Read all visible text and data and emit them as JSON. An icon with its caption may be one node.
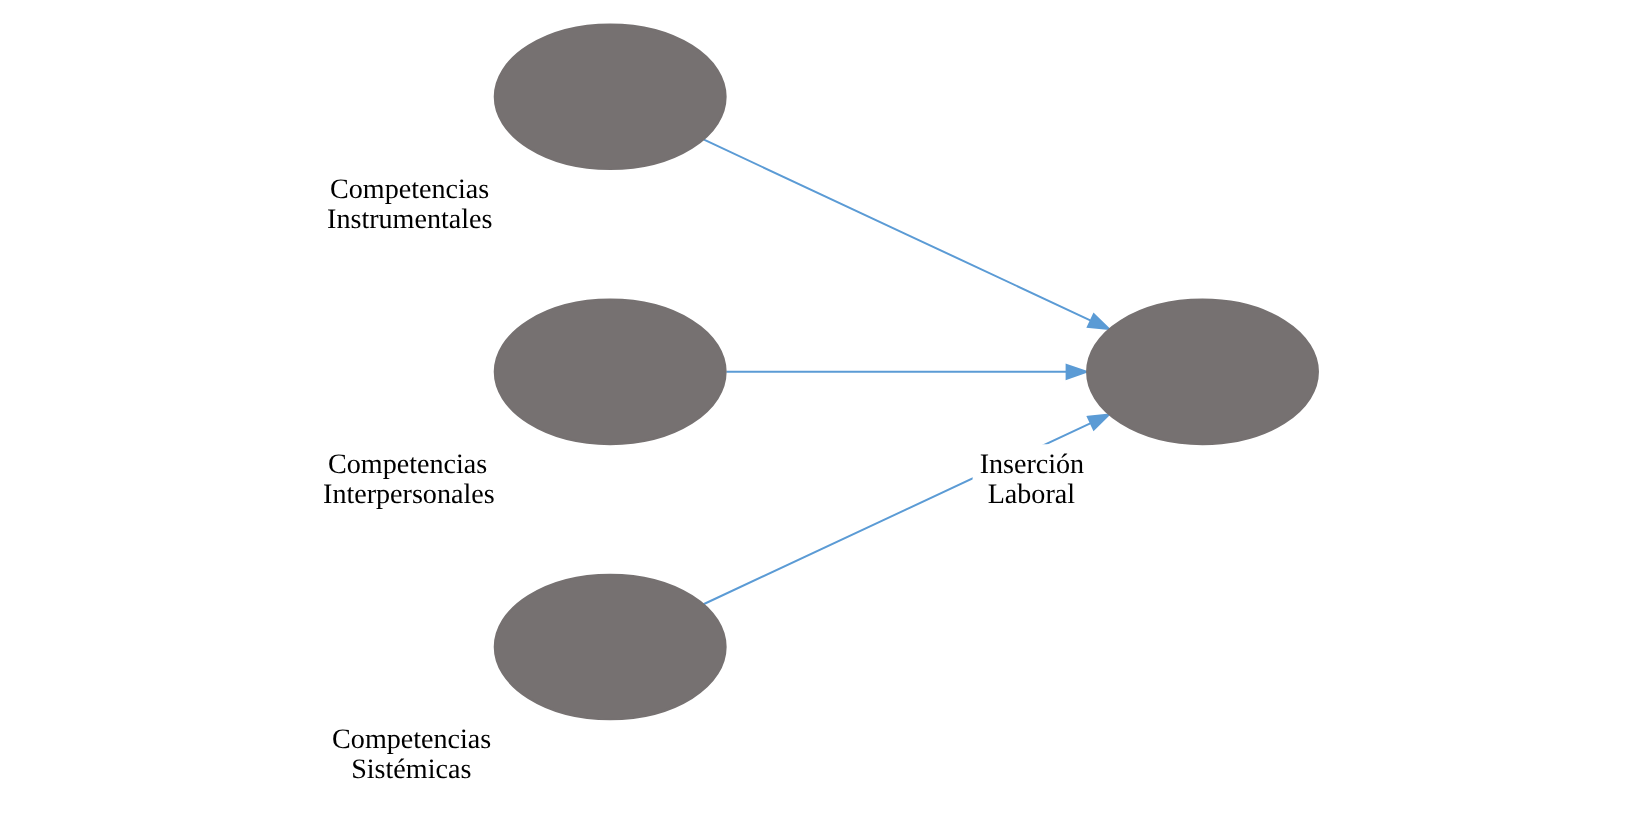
{
  "diagram": {
    "nodes": [
      {
        "text": [
          "Competencias Instrumentales"
        ]
      },
      {
        "text": [
          "Competencias Interpersonales"
        ]
      },
      {
        "text": [
          "Competencias Sistémicas"
        ]
      },
      {
        "text": [
          "Inserción Laboral"
        ]
      }
    ],
    "edges": [
      {
        "from": 0,
        "to": 3,
        "arrow": "to"
      },
      {
        "from": 1,
        "to": 3,
        "arrow": "to"
      },
      {
        "from": 2,
        "to": 3,
        "arrow": "to"
      }
    ]
  }
}
